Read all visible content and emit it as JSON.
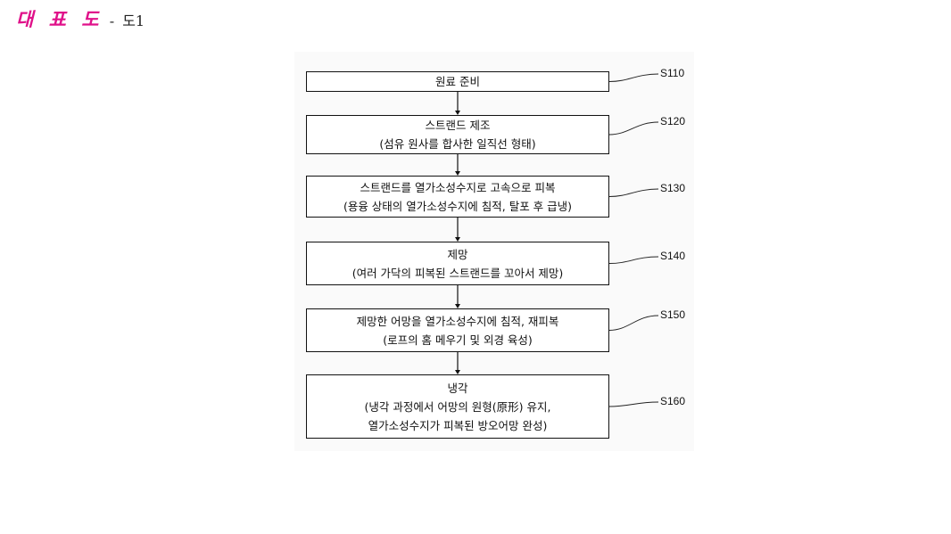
{
  "header": {
    "title": "대 표 도",
    "separator": "-",
    "figure_label": "도1",
    "title_color": "#e0118a"
  },
  "steps": [
    {
      "tag": "S110",
      "lines": [
        "원료 준비"
      ]
    },
    {
      "tag": "S120",
      "lines": [
        "스트랜드 제조",
        "(섬유 원사를 합사한 일직선 형태)"
      ]
    },
    {
      "tag": "S130",
      "lines": [
        "스트랜드를 열가소성수지로 고속으로 피복",
        "(용융 상태의 열가소성수지에 침적, 탈포 후 급냉)"
      ]
    },
    {
      "tag": "S140",
      "lines": [
        "제망",
        "(여러 가닥의 피복된 스트랜드를 꼬아서 제망)"
      ]
    },
    {
      "tag": "S150",
      "lines": [
        "제망한 어망을 열가소성수지에 침적, 재피복",
        "(로프의 홈 메우기 및 외경 육성)"
      ]
    },
    {
      "tag": "S160",
      "lines": [
        "냉각",
        "(냉각 과정에서 어망의 원형(原形) 유지,",
        "열가소성수지가 피복된 방오어망 완성)"
      ]
    }
  ]
}
